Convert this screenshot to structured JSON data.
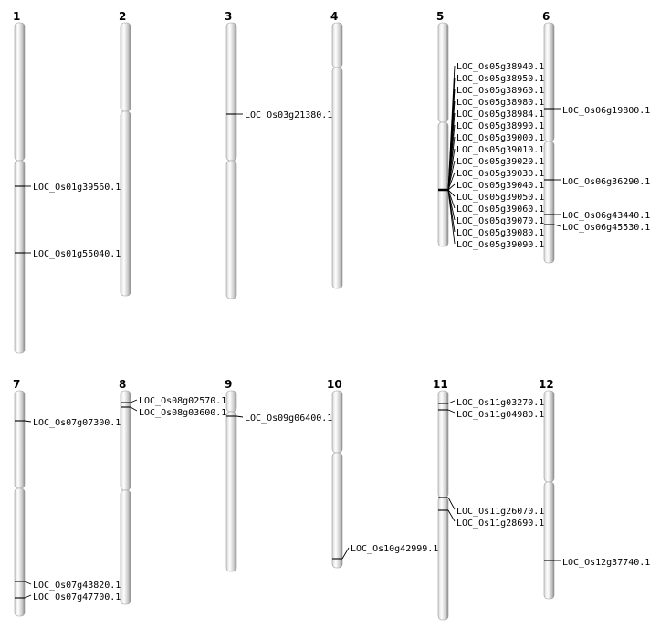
{
  "chromosomes": [
    {
      "name": "1",
      "genes": [
        "LOC_Os01g39560.1",
        "LOC_Os01g55040.1"
      ]
    },
    {
      "name": "2",
      "genes": []
    },
    {
      "name": "3",
      "genes": [
        "LOC_Os03g21380.1"
      ]
    },
    {
      "name": "4",
      "genes": []
    },
    {
      "name": "5",
      "genes": [
        "LOC_Os05g38940.1",
        "LOC_Os05g38950.1",
        "LOC_Os05g38960.1",
        "LOC_Os05g38980.1",
        "LOC_Os05g38984.1",
        "LOC_Os05g38990.1",
        "LOC_Os05g39000.1",
        "LOC_Os05g39010.1",
        "LOC_Os05g39020.1",
        "LOC_Os05g39030.1",
        "LOC_Os05g39040.1",
        "LOC_Os05g39050.1",
        "LOC_Os05g39060.1",
        "LOC_Os05g39070.1",
        "LOC_Os05g39080.1",
        "LOC_Os05g39090.1"
      ]
    },
    {
      "name": "6",
      "genes": [
        "LOC_Os06g19800.1",
        "LOC_Os06g36290.1",
        "LOC_Os06g43440.1",
        "LOC_Os06g45530.1"
      ]
    },
    {
      "name": "7",
      "genes": [
        "LOC_Os07g07300.1",
        "LOC_Os07g43820.1",
        "LOC_Os07g47700.1"
      ]
    },
    {
      "name": "8",
      "genes": [
        "LOC_Os08g02570.1",
        "LOC_Os08g03600.1"
      ]
    },
    {
      "name": "9",
      "genes": [
        "LOC_Os09g06400.1"
      ]
    },
    {
      "name": "10",
      "genes": [
        "LOC_Os10g42999.1"
      ]
    },
    {
      "name": "11",
      "genes": [
        "LOC_Os11g03270.1",
        "LOC_Os11g04980.1",
        "LOC_Os11g26070.1",
        "LOC_Os11g28690.1"
      ]
    },
    {
      "name": "12",
      "genes": [
        "LOC_Os12g37740.1"
      ]
    }
  ]
}
